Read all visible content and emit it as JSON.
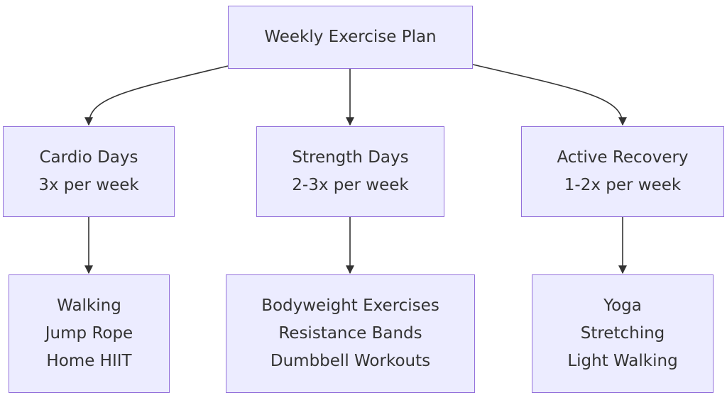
{
  "diagram": {
    "root": {
      "label": "Weekly Exercise Plan"
    },
    "categories": [
      {
        "title": "Cardio Days",
        "frequency": "3x per week"
      },
      {
        "title": "Strength Days",
        "frequency": "2-3x per week"
      },
      {
        "title": "Active Recovery",
        "frequency": "1-2x per week"
      }
    ],
    "activities": [
      [
        "Walking",
        "Jump Rope",
        "Home HIIT"
      ],
      [
        "Bodyweight Exercises",
        "Resistance Bands",
        "Dumbbell Workouts"
      ],
      [
        "Yoga",
        "Stretching",
        "Light Walking"
      ]
    ],
    "colors": {
      "node_fill": "#ECECFF",
      "node_border": "#9370DB",
      "edge": "#333333",
      "text": "#333333"
    }
  }
}
